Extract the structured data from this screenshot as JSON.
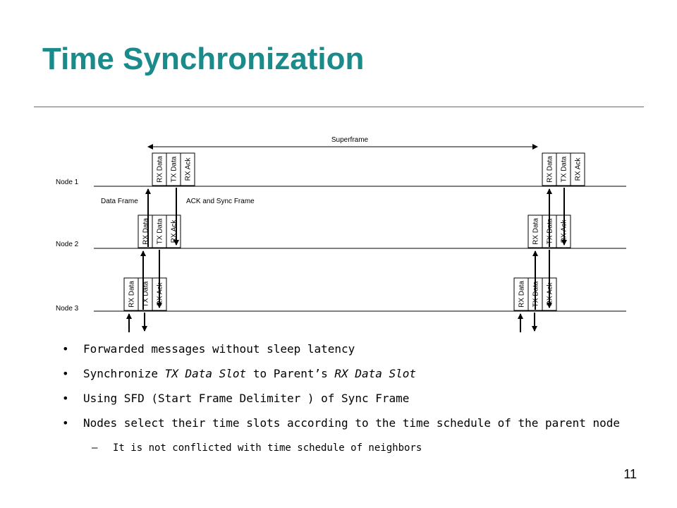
{
  "title": "Time Synchronization",
  "page_number": "11",
  "diagram": {
    "superframe_label": "Superframe",
    "nodes": [
      "Node 1",
      "Node 2",
      "Node 3"
    ],
    "data_frame_label": "Data Frame",
    "ack_sync_label": "ACK and Sync Frame",
    "slot_labels": [
      "RX Data",
      "TX Data",
      "RX Ack"
    ]
  },
  "bullets": [
    {
      "parts": [
        {
          "text": "Forwarded messages without sleep latency",
          "italic": false
        }
      ]
    },
    {
      "parts": [
        {
          "text": "Synchronize ",
          "italic": false
        },
        {
          "text": "TX Data Slot",
          "italic": true
        },
        {
          "text": " to Parent’s ",
          "italic": false
        },
        {
          "text": "RX Data Slot",
          "italic": true
        }
      ]
    },
    {
      "parts": [
        {
          "text": "Using SFD (Start Frame Delimiter ) of Sync Frame",
          "italic": false
        }
      ]
    },
    {
      "parts": [
        {
          "text": "Nodes select their time slots according to the time schedule of the parent node",
          "italic": false
        }
      ]
    }
  ],
  "sub_bullets": [
    "It is not conflicted with time schedule of neighbors"
  ]
}
